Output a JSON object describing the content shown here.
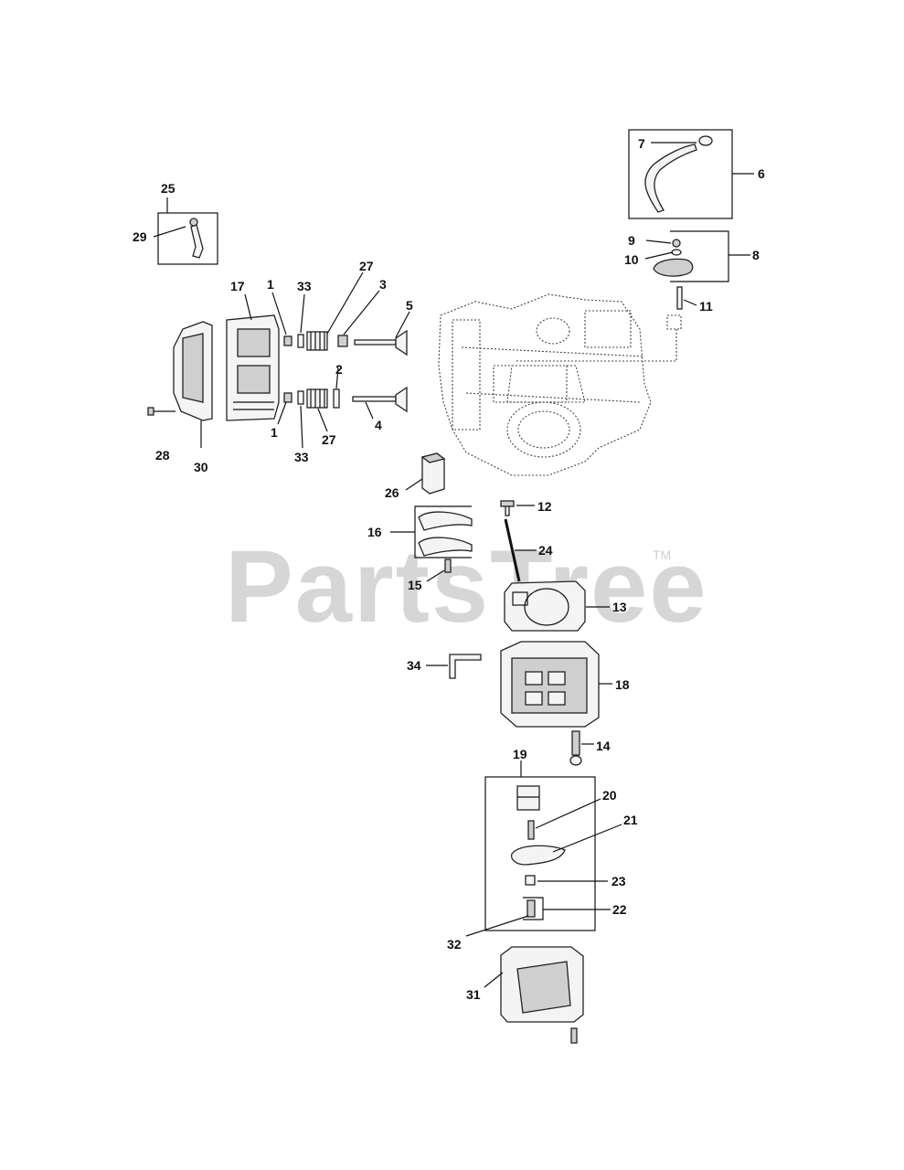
{
  "watermark": {
    "text": "PartsTree",
    "trademark": "TM"
  },
  "callouts": {
    "c1a": "1",
    "c1b": "1",
    "c2": "2",
    "c3": "3",
    "c4": "4",
    "c5": "5",
    "c6": "6",
    "c7": "7",
    "c8": "8",
    "c9": "9",
    "c10": "10",
    "c11": "11",
    "c12": "12",
    "c13": "13",
    "c14": "14",
    "c15": "15",
    "c16": "16",
    "c17": "17",
    "c18": "18",
    "c19": "19",
    "c20": "20",
    "c21": "21",
    "c22": "22",
    "c23": "23",
    "c24": "24",
    "c25": "25",
    "c26": "26",
    "c27a": "27",
    "c27b": "27",
    "c28": "28",
    "c29": "29",
    "c30": "30",
    "c31": "31",
    "c32": "32",
    "c33a": "33",
    "c33b": "33",
    "c34": "34"
  }
}
